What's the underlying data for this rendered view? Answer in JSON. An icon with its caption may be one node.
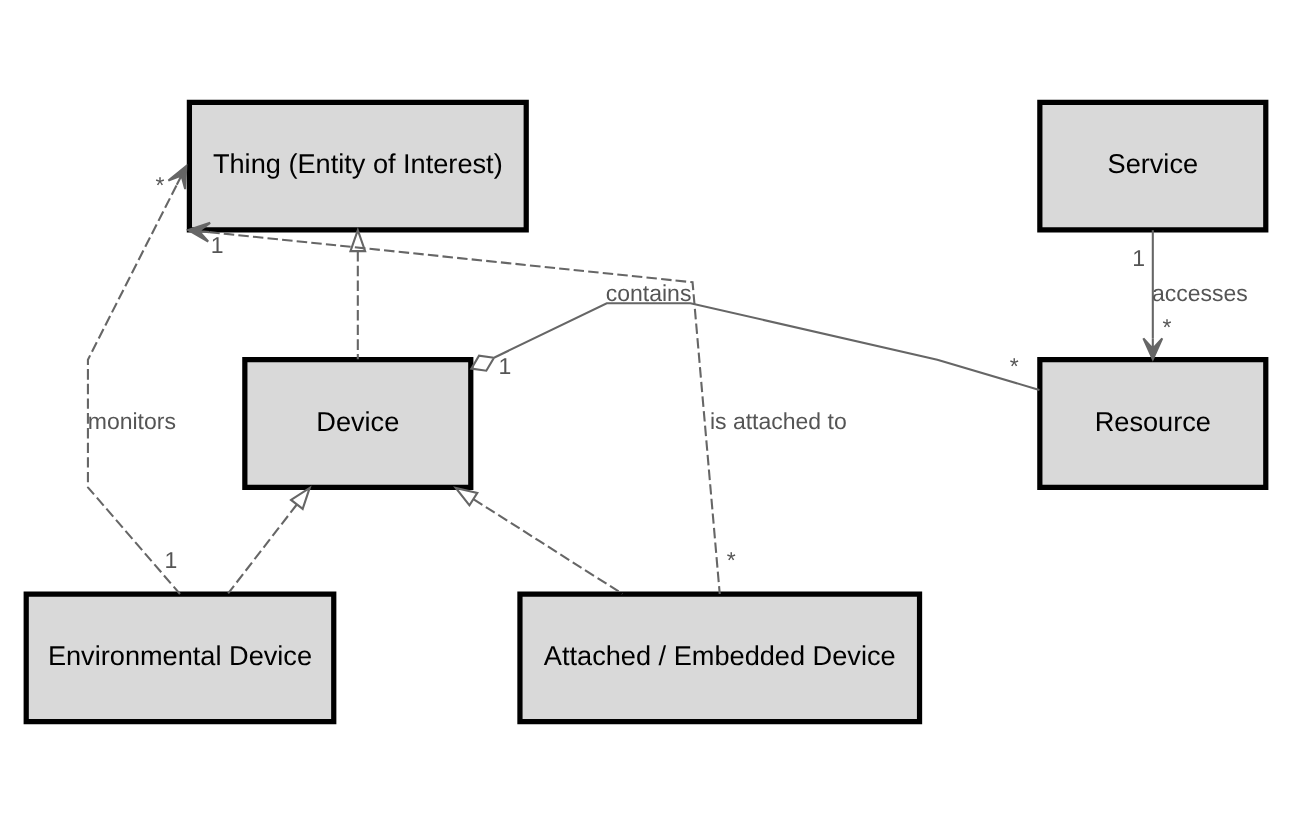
{
  "diagram": {
    "nodes": [
      {
        "text": [
          "Thing (Entity of Interest)"
        ]
      },
      {
        "text": [
          "Service"
        ]
      },
      {
        "text": [
          "Device"
        ]
      },
      {
        "text": [
          "Resource"
        ]
      },
      {
        "text": [
          "Attached / Embedded Device"
        ]
      },
      {
        "text": [
          "Environmental Device"
        ]
      }
    ],
    "edges": [
      {
        "from": 2,
        "to": 0,
        "arrow": "to",
        "style": "dashed"
      },
      {
        "from": 1,
        "to": 3,
        "arrow": "to",
        "label": "accesses"
      },
      {
        "from": 2,
        "to": 3,
        "arrow": "other",
        "label": "contains"
      },
      {
        "from": 4,
        "to": 2,
        "arrow": "to",
        "style": "dashed"
      },
      {
        "from": 5,
        "to": 2,
        "arrow": "to",
        "style": "dashed"
      },
      {
        "from": 4,
        "to": 0,
        "arrow": "to",
        "style": "dashed",
        "label": "is attached to"
      },
      {
        "from": 5,
        "to": 0,
        "arrow": "to",
        "style": "dashed",
        "label": "monitors"
      }
    ],
    "labels": [
      "*",
      "1",
      "1",
      "*",
      "1",
      "*",
      "*",
      "1"
    ]
  }
}
